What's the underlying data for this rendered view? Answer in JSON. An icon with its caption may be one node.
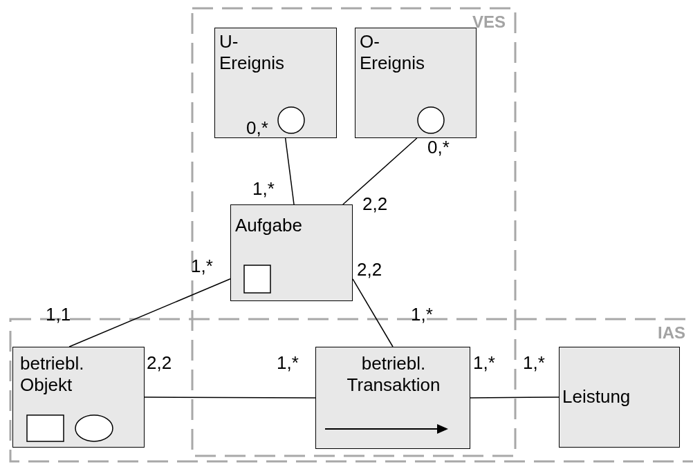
{
  "diagram": {
    "nodes": [
      {
        "text": [
          "VES"
        ]
      },
      {
        "text": [
          "U- Ereignis"
        ],
        "in": 0
      },
      {
        "text": [
          "O- Ereignis"
        ],
        "in": 0
      },
      {
        "text": [
          "Aufgabe"
        ],
        "in": 0
      },
      {
        "text": [
          "IAS"
        ]
      },
      {
        "text": [
          "betriebl. Objekt"
        ],
        "in": 4
      },
      {
        "text": [
          "betriebl. Transaktion"
        ]
      },
      {
        "text": [
          "Leistung"
        ],
        "in": 4
      }
    ],
    "edges": [
      {
        "from": 1,
        "to": 3,
        "arrow": "none"
      },
      {
        "from": 2,
        "to": 3,
        "arrow": "none"
      },
      {
        "from": 3,
        "to": 5,
        "arrow": "none"
      },
      {
        "from": 3,
        "to": 6,
        "arrow": "none"
      },
      {
        "from": 5,
        "to": 6,
        "arrow": "none"
      },
      {
        "from": 6,
        "to": 7,
        "arrow": "none"
      }
    ],
    "labels": [
      "0,*",
      "0,*",
      "1,*",
      "2,2",
      "1,*",
      "2,2",
      "1,1",
      "1,*",
      "2,2",
      "1,*",
      "1,*",
      "1,*"
    ]
  }
}
